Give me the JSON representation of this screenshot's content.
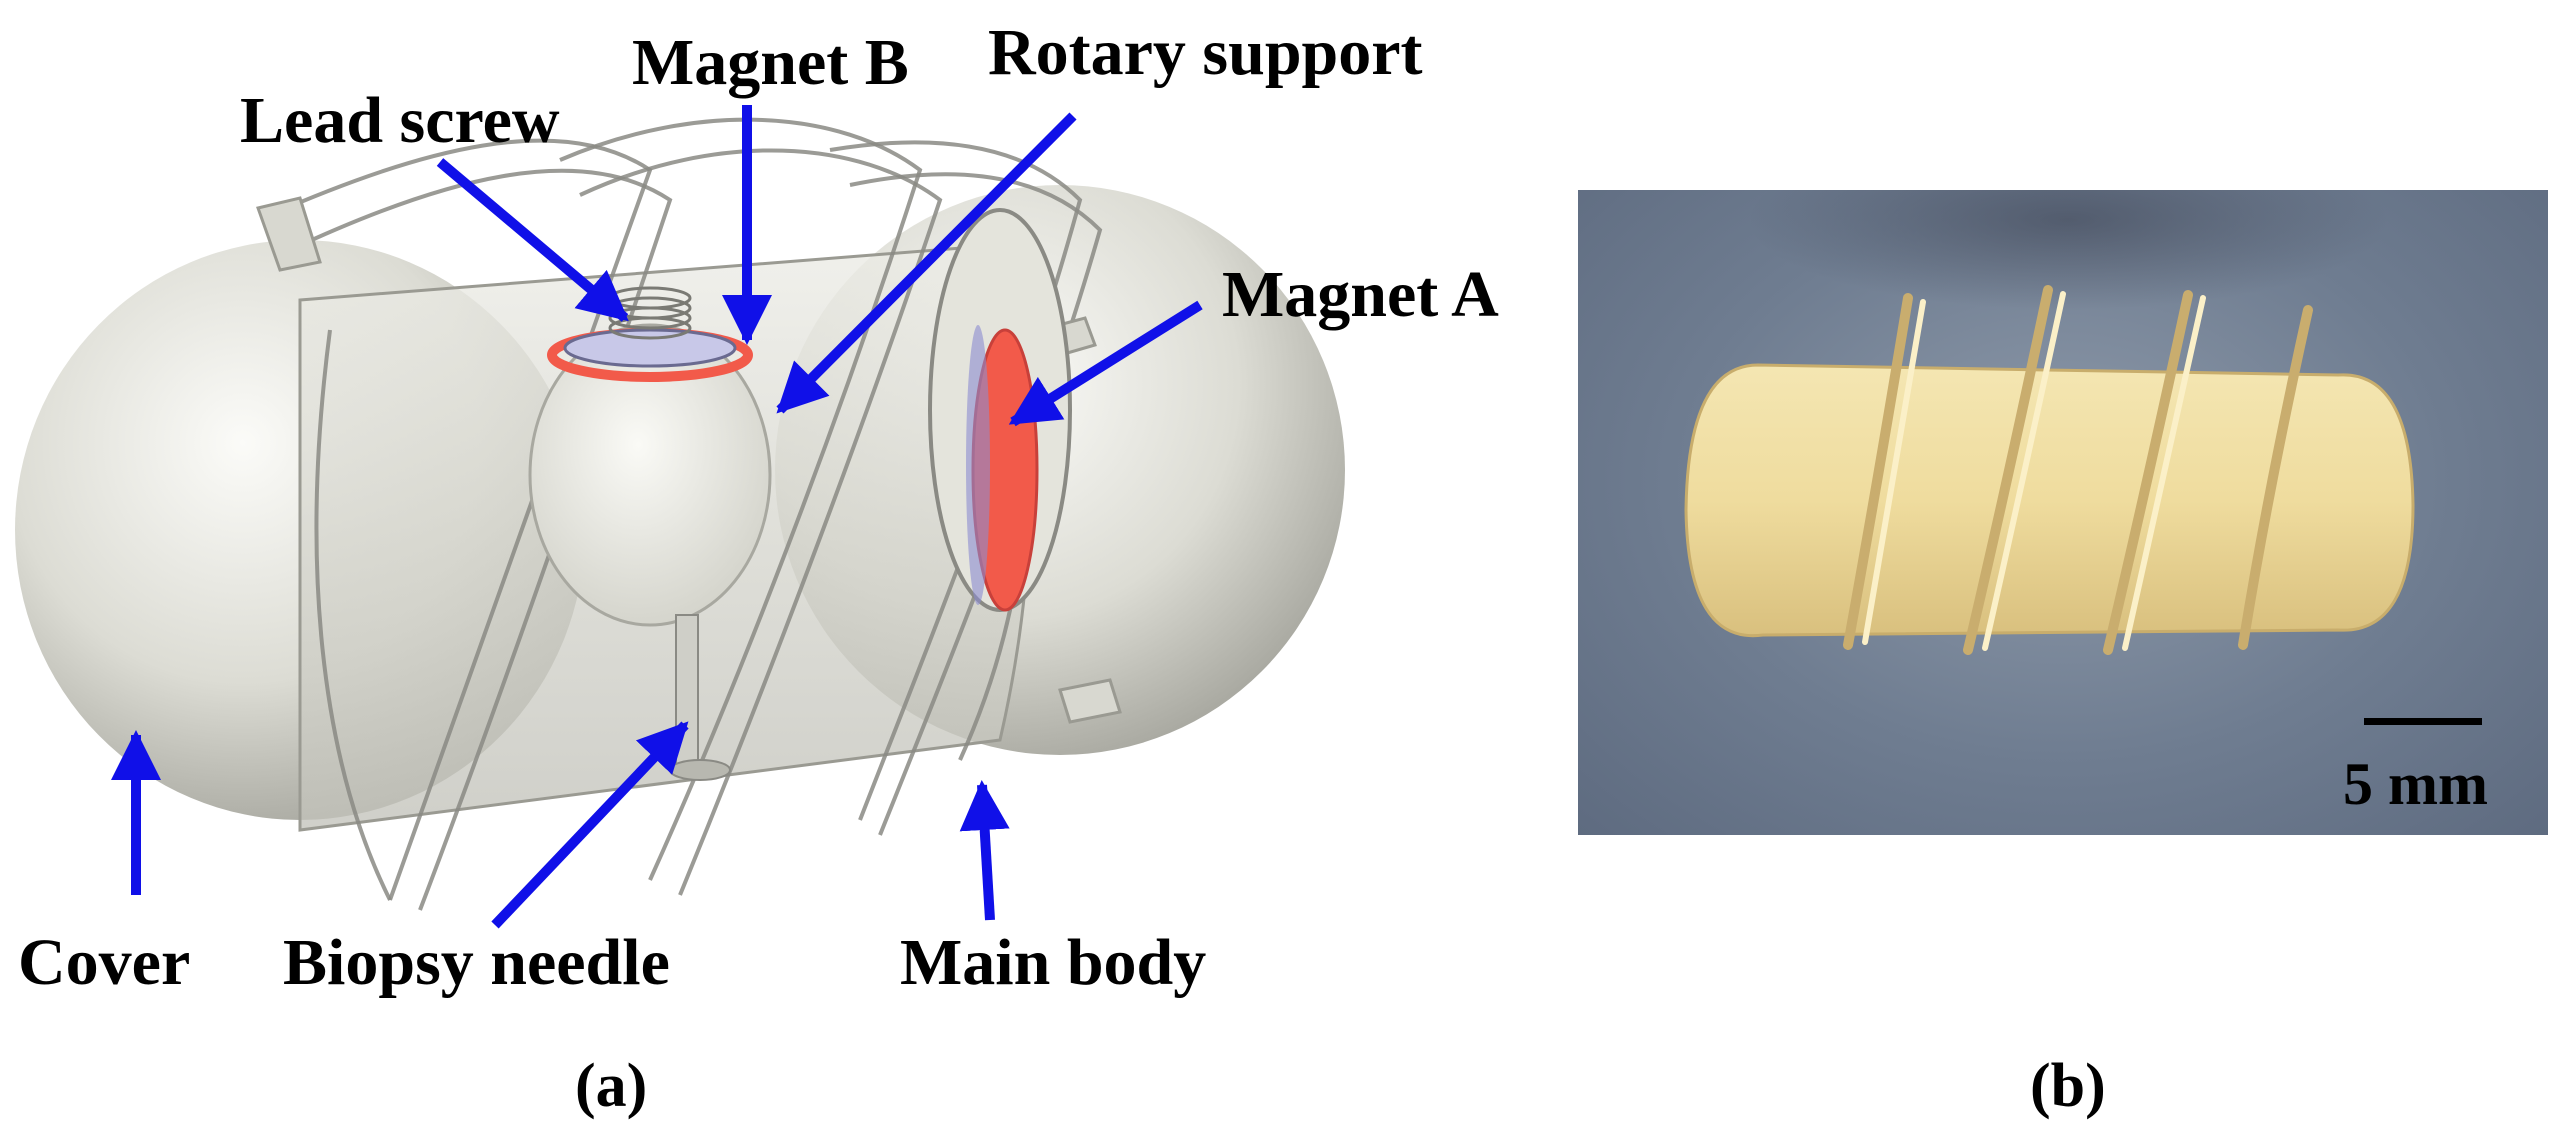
{
  "labels": {
    "lead_screw": "Lead screw",
    "magnet_b": "Magnet B",
    "rotary_support": "Rotary support",
    "magnet_a": "Magnet A",
    "cover": "Cover",
    "biopsy_needle": "Biopsy needle",
    "main_body": "Main body"
  },
  "captions": {
    "a": "(a)",
    "b": "(b)"
  },
  "photo": {
    "scale_bar_label": "5 mm"
  },
  "colors": {
    "arrow": "#1010e8",
    "cover_shell": "#dcdcd4",
    "magnet": "#f25a4a",
    "capsule_print": "#f0dfa4"
  }
}
